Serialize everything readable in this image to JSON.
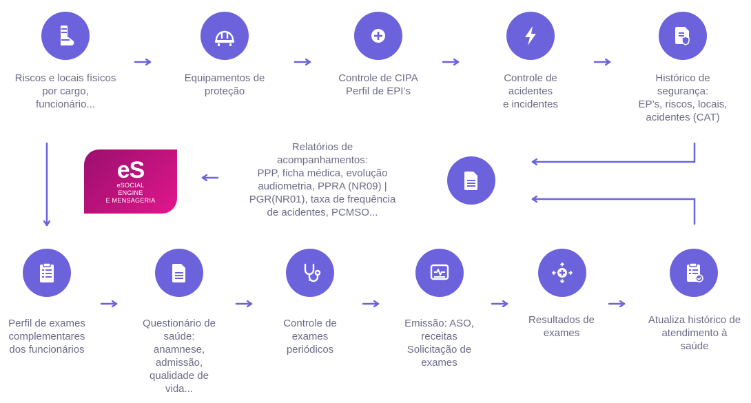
{
  "colors": {
    "accent": "#6c63dc",
    "text": "#6b6b86",
    "badge": "#c0137d"
  },
  "top_row": [
    {
      "icon": "cast-leg-icon",
      "lines": [
        "Riscos e locais físicos",
        "por cargo,",
        "funcionário..."
      ]
    },
    {
      "icon": "hard-hat-icon",
      "lines": [
        "Equipamentos de",
        "proteção"
      ]
    },
    {
      "icon": "plus-circle-icon",
      "lines": [
        "Controle de CIPA",
        "Perfil de EPI’s"
      ]
    },
    {
      "icon": "lightning-icon",
      "lines": [
        "Controle de",
        "acidentes",
        "e incidentes"
      ]
    },
    {
      "icon": "shield-document-icon",
      "lines": [
        "Histórico de",
        "segurança:",
        "EP’s, riscos, locais,",
        "acidentes (CAT)"
      ]
    }
  ],
  "middle": {
    "report_lines": [
      "Relatórios de",
      "acompanhamentos:",
      "PPP, ficha médica, evolução",
      "audiometria, PPRA (NR09) |",
      "PGR(NR01), taxa de frequência",
      "de acidentes, PCMSO..."
    ],
    "report_icon": "document-icon",
    "esocial": {
      "logo": "eS",
      "lines": [
        "eSOCIAL",
        "ENGINE",
        "E MENSAGERIA"
      ]
    }
  },
  "bottom_row": [
    {
      "icon": "clipboard-list-icon",
      "lines": [
        "Perfil de exames",
        "complementares",
        "dos funcionários"
      ]
    },
    {
      "icon": "document-icon",
      "lines": [
        "Questionário de",
        "saúde:",
        "anamnese,",
        "admissão,",
        "qualidade de",
        "vida..."
      ]
    },
    {
      "icon": "stethoscope-icon",
      "lines": [
        "Controle de",
        "exames",
        "periódicos"
      ]
    },
    {
      "icon": "monitor-pulse-icon",
      "lines": [
        "Emissão: ASO,",
        "receitas",
        "Solicitação de",
        "exames"
      ]
    },
    {
      "icon": "plus-arrows-icon",
      "lines": [
        "Resultados de",
        "exames"
      ]
    },
    {
      "icon": "clipboard-check-icon",
      "lines": [
        "Atualiza histórico de",
        "atendimento à",
        "saúde"
      ]
    }
  ]
}
